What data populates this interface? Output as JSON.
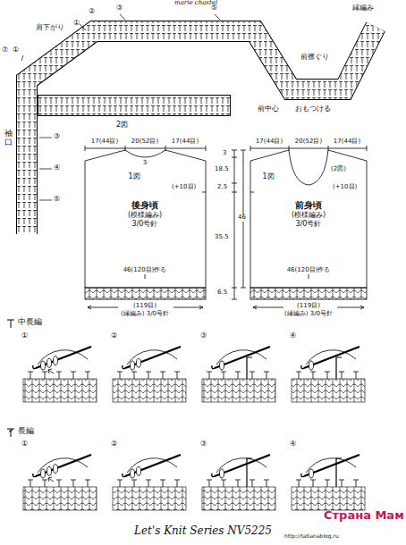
{
  "diagram": {
    "nodes": [
      {
        "text": [
          "後身頃",
          "(模様編み)",
          "3/0号針"
        ]
      },
      {
        "text": [
          "前身頃",
          "(模様編み)",
          "3/0号針"
        ]
      }
    ],
    "labels": [
      "marie chastel",
      "縁編み",
      "肩下がり",
      "①",
      "②",
      "③",
      "⑤",
      "⑦",
      "①",
      "前襟ぐり",
      "2図",
      "前中心",
      "おもつける",
      "袖口",
      "③",
      "④",
      "⑤",
      "17(44目)",
      "20(52目)",
      "17(44目)",
      "17(44目)",
      "20(52目)",
      "17(44目)",
      "3",
      "1図",
      "(+10目)",
      "(2図)",
      "1図",
      "(+10目)",
      "3",
      "18.5",
      "2.5",
      "35.5",
      "46",
      "6.5",
      "46(120目)作る",
      "(119目)",
      "(縁編み) 3/0号針",
      "46(120目)作る",
      "(119目)",
      "(縁編み) 3/0号針",
      "中長編",
      "①",
      "②",
      "③",
      "④",
      "長編",
      "①",
      "②",
      "③",
      "④",
      "Let's Knit Series NV5225",
      "Страна Мам",
      "http://tatianablog.ru"
    ]
  }
}
